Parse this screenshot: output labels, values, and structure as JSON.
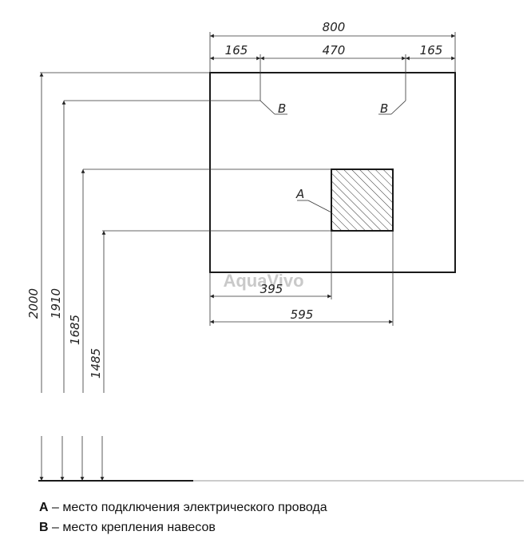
{
  "dimensions": {
    "overall_width": "800",
    "left_margin": "165",
    "center_spacing": "470",
    "right_margin": "165",
    "a_offset": "395",
    "a_right_offset": "595",
    "height_2000": "2000",
    "height_1910": "1910",
    "height_1685": "1685",
    "height_1485": "1485"
  },
  "markers": {
    "b_left": "B",
    "b_right": "B",
    "a": "A"
  },
  "watermark": "AquaVivo",
  "legend": [
    {
      "key": "A",
      "text": " – место подключения электрического провода"
    },
    {
      "key": "B",
      "text": " – место крепления навесов"
    }
  ],
  "colors": {
    "line": "#1a1a1a",
    "thin_line": "#333333",
    "watermark": "#c9c9c9"
  }
}
